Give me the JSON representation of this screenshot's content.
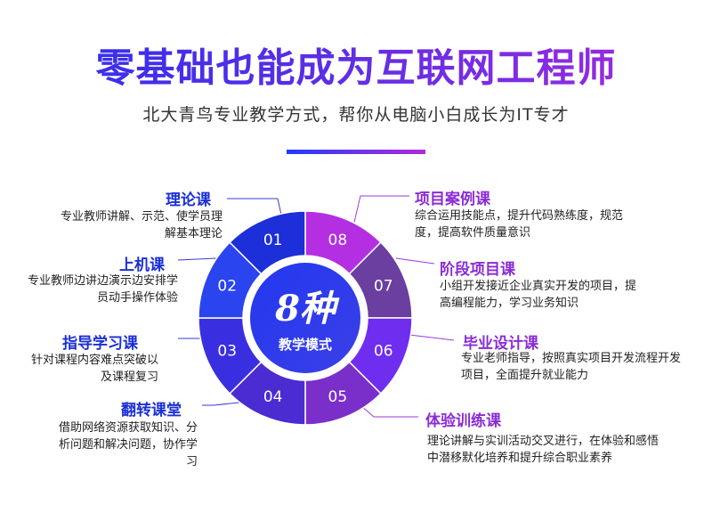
{
  "header": {
    "title": "零基础也能成为互联网工程师",
    "subtitle": "北大青鸟专业教学方式，帮你从电脑小白成长为IT专才"
  },
  "center": {
    "big": "8种",
    "caption": "教学模式"
  },
  "segments": [
    {
      "num": "01",
      "title": "理论课",
      "desc": "专业教师讲解、示范、使学员理解基本理论",
      "color": "#1c2fd8"
    },
    {
      "num": "02",
      "title": "上机课",
      "desc": "专业教师边讲边演示边安排学员动手操作体验",
      "color": "#2a44ef"
    },
    {
      "num": "03",
      "title": "指导学习课",
      "desc": "针对课程内容难点突破以及课程复习",
      "color": "#3a2fe0"
    },
    {
      "num": "04",
      "title": "翻转课堂",
      "desc": "借助网络资源获取知识、分析问题和解决问题，协作学习",
      "color": "#4a2cd2"
    },
    {
      "num": "05",
      "title": "体验训练课",
      "desc": "理论讲解与实训活动交叉进行，在体验和感悟中潜移默化培养和提升综合职业素养",
      "color": "#7a2fca"
    },
    {
      "num": "06",
      "title": "毕业设计课",
      "desc": "专业老师指导，按照真实项目开发流程开发项目，全面提升就业能力",
      "color": "#6f2df0"
    },
    {
      "num": "07",
      "title": "阶段项目课",
      "desc": "小组开发接近企业真实开发的项目，提高编程能力，学习业务知识",
      "color": "#6a3fa0"
    },
    {
      "num": "08",
      "title": "项目案例课",
      "desc": "综合运用技能点，提升代码熟练度，规范度，提高软件质量意识",
      "color": "#b42ee2"
    }
  ]
}
